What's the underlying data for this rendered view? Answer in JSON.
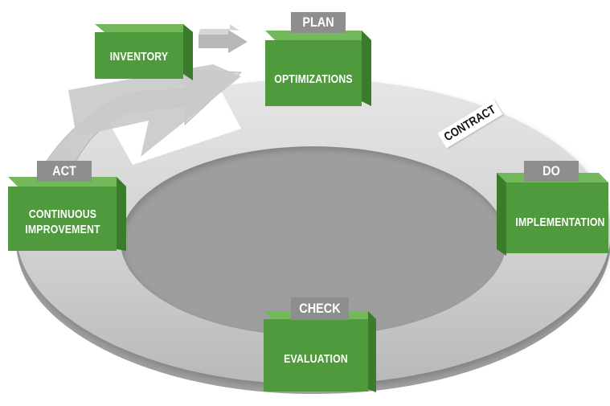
{
  "diagram": {
    "inventory": "INVENTORY",
    "contract": "CONTRACT",
    "phases": [
      {
        "tag": "PLAN",
        "label": "OPTIMIZATIONS"
      },
      {
        "tag": "DO",
        "label": "IMPLEMENTATION"
      },
      {
        "tag": "CHECK",
        "label": "EVALUATION"
      },
      {
        "tag": "ACT",
        "label": "CONTINUOUS IMPROVEMENT"
      }
    ]
  },
  "colors": {
    "ring": "#c8c8c8",
    "box_front": "#4f9a3c",
    "box_top": "#72b85a",
    "box_side": "#3a7a2b",
    "tag": "#8b8b8b"
  }
}
